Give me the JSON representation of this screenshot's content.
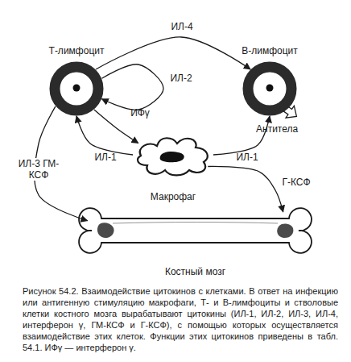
{
  "diagram": {
    "caption": "Рисунок 54.2. Взаимодействие цитокинов с клетками. В ответ на инфекцию или антигенную стимуляцию макрофаги, Т- и В-лимфоциты и стволовые клетки костного мозга вырабатывают цитокины (ИЛ-1, ИЛ-2, ИЛ-3, ИЛ-4, интерферон γ, ГМ-КСФ и Г-КСФ), с помощью которых осуществляется взаимодействие этих клеток. Функции этих цитокинов приведены в табл. 54.1. ИФγ — интерферон γ.",
    "nodes": [
      {
        "text": [
          "Т-лимфоцит"
        ]
      },
      {
        "text": [
          "В-лимфоцит"
        ]
      },
      {
        "text": [
          "Макрофаг"
        ]
      },
      {
        "text": [
          "Костный мозг"
        ]
      }
    ],
    "edges": [
      {
        "from": 0,
        "to": 1,
        "label": "ИЛ-4",
        "arrow": "to"
      },
      {
        "from": 0,
        "to": 0,
        "label": "ИЛ-2",
        "arrow": "to"
      },
      {
        "from": 0,
        "to": 2,
        "label": "ИФγ",
        "arrow": "to"
      },
      {
        "from": 2,
        "to": 0,
        "label": "ИЛ-1",
        "arrow": "to"
      },
      {
        "from": 2,
        "to": 1,
        "label": "ИЛ-1",
        "arrow": "to"
      },
      {
        "from": 0,
        "to": 3,
        "label": "ИЛ-3 ГМ-КСФ",
        "arrow": "to"
      },
      {
        "from": 2,
        "to": 3,
        "label": "Г-КСФ",
        "arrow": "to"
      }
    ],
    "labels": [
      "Антитела"
    ]
  }
}
